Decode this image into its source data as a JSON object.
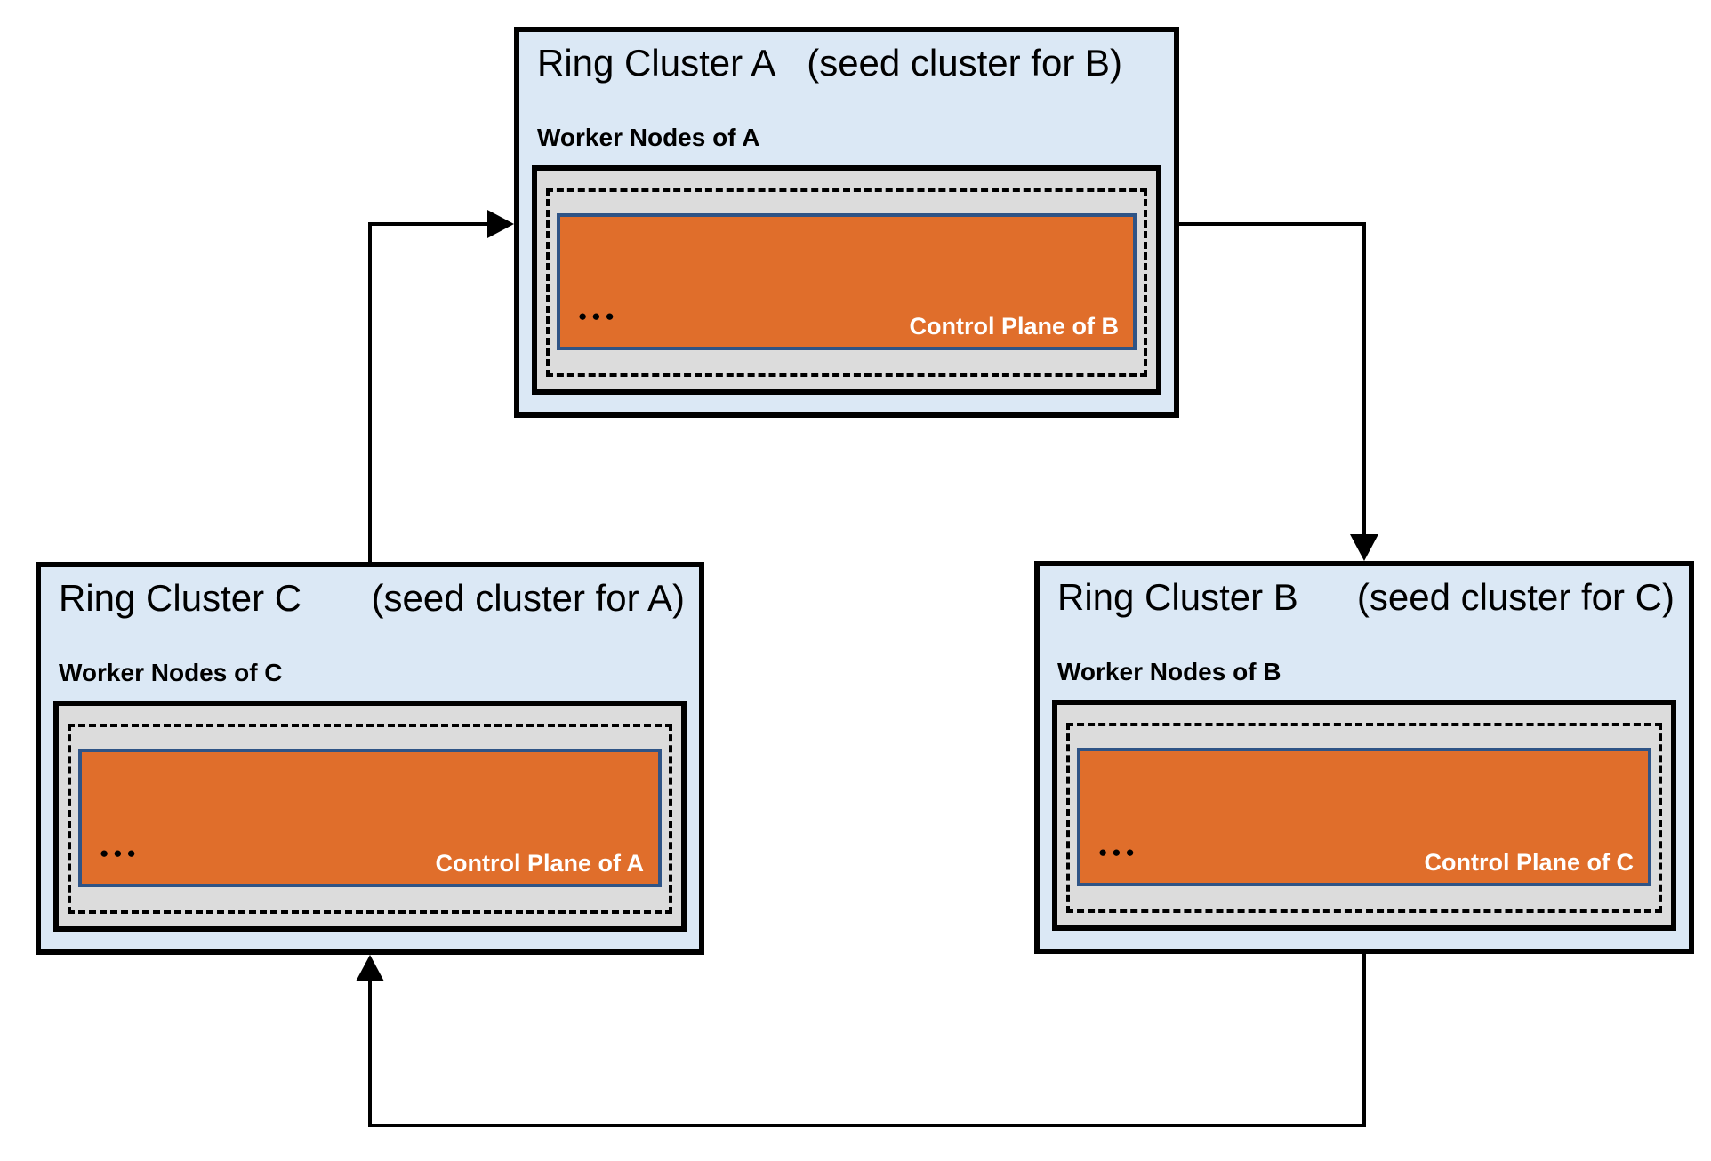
{
  "diagram": {
    "clusters": {
      "a": {
        "title": "Ring Cluster A",
        "seed_note": "(seed cluster for B)",
        "worker_label": "Worker Nodes of A",
        "control_label": "Control Plane of B",
        "dots": "●●●"
      },
      "c": {
        "title": "Ring Cluster C",
        "seed_note": "(seed cluster for A)",
        "worker_label": "Worker Nodes of C",
        "control_label": "Control Plane of A",
        "dots": "●●●"
      },
      "b": {
        "title": "Ring Cluster B",
        "seed_note": "(seed cluster for C)",
        "worker_label": "Worker Nodes of B",
        "control_label": "Control Plane of C",
        "dots": "●●●"
      }
    },
    "connections": [
      {
        "from": "Ring Cluster C",
        "to": "Ring Cluster A"
      },
      {
        "from": "Ring Cluster A",
        "to": "Ring Cluster B"
      },
      {
        "from": "Ring Cluster B",
        "to": "Ring Cluster C"
      }
    ],
    "colors": {
      "cluster_bg": "#dbe8f5",
      "cluster_border": "#000000",
      "worker_box_bg": "#dcdcdc",
      "dashed_boundary": "#000000",
      "control_plane_bg": "#e06e2b",
      "control_plane_border": "#2f5486",
      "control_plane_text": "#ffffff",
      "connector": "#000000"
    }
  }
}
